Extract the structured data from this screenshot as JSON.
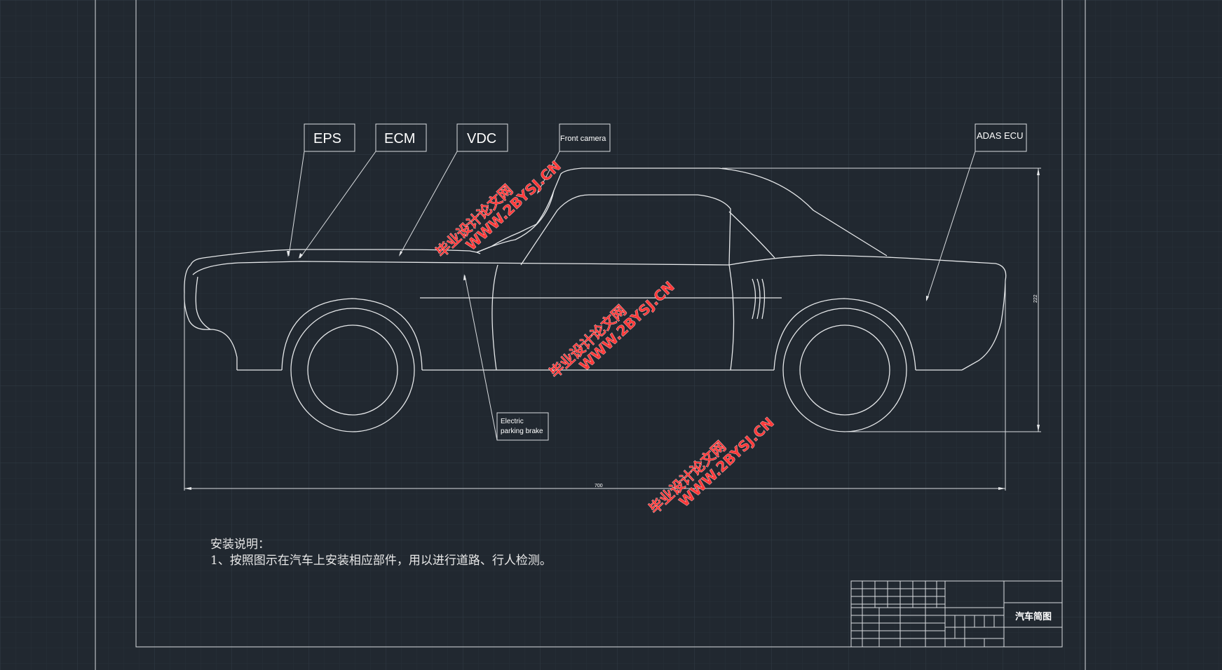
{
  "drawing": {
    "callouts": [
      {
        "id": "eps",
        "label": "EPS"
      },
      {
        "id": "ecm",
        "label": "ECM"
      },
      {
        "id": "vdc",
        "label": "VDC"
      },
      {
        "id": "front-camera",
        "label": "Front camera"
      },
      {
        "id": "adas-ecu",
        "label": "ADAS ECU"
      },
      {
        "id": "epb",
        "label_line1": "Electric",
        "label_line2": "parking brake"
      }
    ],
    "dimensions": {
      "length": "700",
      "height": "222"
    },
    "notes": {
      "title": "安装说明：",
      "line1": "1、按照图示在汽车上安装相应部件，用以进行道路、行人检测。"
    },
    "watermark": {
      "line1": "毕业设计论文网",
      "line2": "WWW.2BYSJ.CN"
    },
    "title_block": {
      "drawing_name": "汽车简图"
    }
  },
  "colors": {
    "background": "#212830",
    "grid": "#2c3540",
    "linework": "#e6e8ea",
    "watermark": "#ff3b3b"
  }
}
